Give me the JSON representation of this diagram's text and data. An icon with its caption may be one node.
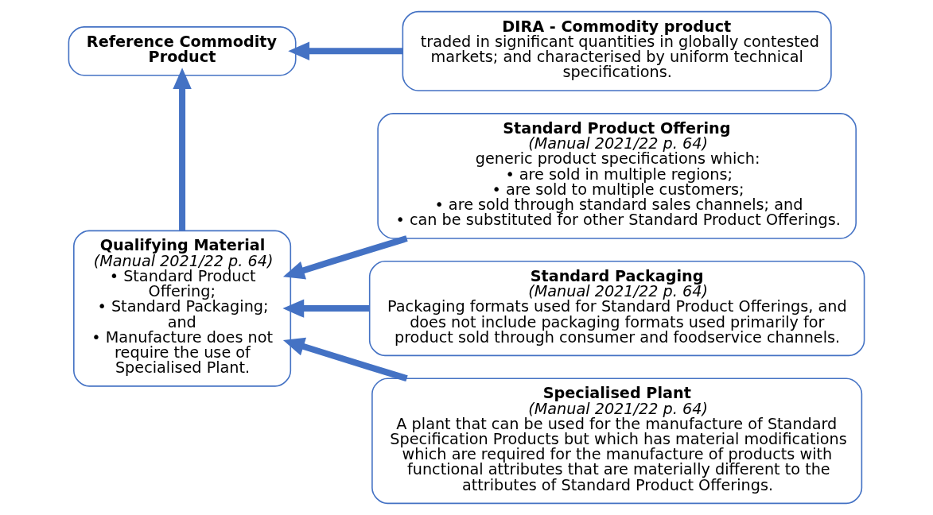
{
  "diagram": {
    "nodes": [
      {
        "text": [
          "Reference Commodity Product"
        ]
      },
      {
        "text": [
          "DIRA - Commodity product",
          "traded in significant quantities in globally contested markets; and characterised by uniform technical specifications."
        ]
      },
      {
        "text": [
          "Qualifying Material",
          "(Manual 2021/22 p. 64)",
          "• Standard Product Offering;",
          "• Standard Packaging; and",
          "• Manufacture does not require the use of Specialised Plant."
        ]
      },
      {
        "text": [
          "Standard Product Offering",
          "(Manual 2021/22 p. 64)",
          "generic product specifications which:",
          "• are sold in multiple regions;",
          "• are sold to multiple customers;",
          "• are sold through standard sales channels; and",
          "• can be substituted for other Standard Product Offerings."
        ]
      },
      {
        "text": [
          "Standard Packaging",
          "(Manual 2021/22 p. 64)",
          "Packaging formats used for Standard Product Offerings, and does not include packaging formats used primarily for product sold through consumer and foodservice channels."
        ]
      },
      {
        "text": [
          "Specialised Plant",
          "(Manual 2021/22 p. 64)",
          "A plant that can be used for the manufacture of Standard Specification Products but which has material modifications which are required for the manufacture of products with functional attributes that are materially different to the attributes of Standard Product Offerings."
        ]
      }
    ],
    "edges": [
      {
        "from": 1,
        "to": 0,
        "arrow": "to"
      },
      {
        "from": 2,
        "to": 0,
        "arrow": "to"
      },
      {
        "from": 3,
        "to": 2,
        "arrow": "to"
      },
      {
        "from": 4,
        "to": 2,
        "arrow": "to"
      },
      {
        "from": 5,
        "to": 2,
        "arrow": "to"
      }
    ]
  }
}
